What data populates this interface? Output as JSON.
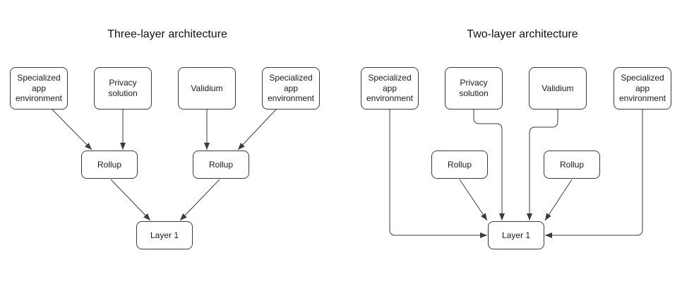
{
  "diagrams": {
    "three_layer": {
      "title": "Three-layer architecture",
      "nodes": {
        "spec_env_left": "Specialized app environment",
        "privacy_solution": "Privacy solution",
        "validium": "Validium",
        "spec_env_right": "Specialized app environment",
        "rollup_left": "Rollup",
        "rollup_right": "Rollup",
        "layer_1": "Layer 1"
      }
    },
    "two_layer": {
      "title": "Two-layer architecture",
      "nodes": {
        "spec_env_left": "Specialized app environment",
        "privacy_solution": "Privacy solution",
        "validium": "Validium",
        "spec_env_right": "Specialized app environment",
        "rollup_left": "Rollup",
        "rollup_right": "Rollup",
        "layer_1": "Layer 1"
      }
    }
  },
  "colors": {
    "background": "#ffffff",
    "node_fill": "#ffffff",
    "node_border": "#3b3b3b",
    "edge": "#3b3b3b",
    "text": "#1a1a1a"
  }
}
